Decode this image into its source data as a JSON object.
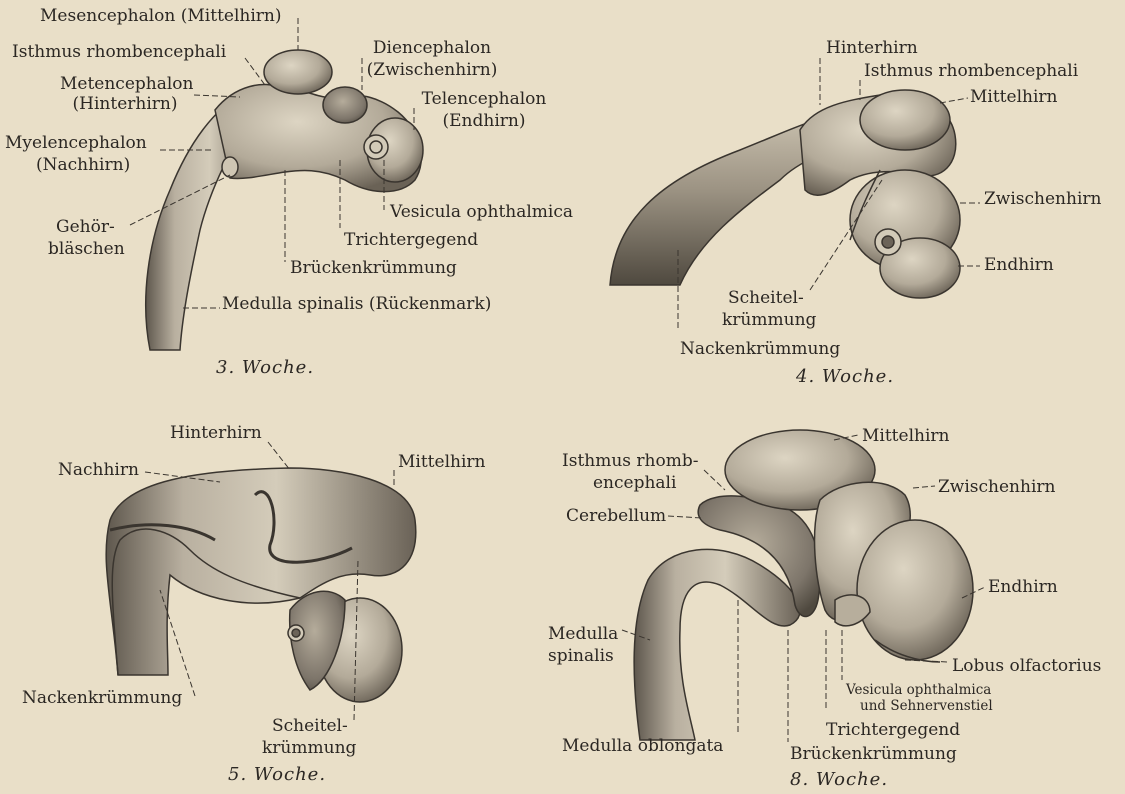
{
  "panels": [
    {
      "caption": "3. Woche.",
      "labels": {
        "mesencephalon": "Mesencephalon (Mittelhirn)",
        "isthmus": "Isthmus rhombencephali",
        "metencephalon": "Metencephalon",
        "metencephalon_de": "(Hinterhirn)",
        "myelencephalon": "Myelencephalon",
        "myelencephalon_de": "(Nachhirn)",
        "gehoer_1": "Gehör-",
        "gehoer_2": "bläschen",
        "diencephalon": "Diencephalon",
        "diencephalon_de": "(Zwischenhirn)",
        "telencephalon": "Telencephalon",
        "telencephalon_de": "(Endhirn)",
        "vesicula": "Vesicula ophthalmica",
        "trichtergegend": "Trichtergegend",
        "brueckenkruemmung": "Brückenkrümmung",
        "medulla_spinalis": "Medulla spinalis (Rückenmark)"
      }
    },
    {
      "caption": "4. Woche.",
      "labels": {
        "hinterhirn": "Hinterhirn",
        "isthmus": "Isthmus rhombencephali",
        "mittelhirn": "Mittelhirn",
        "zwischenhirn": "Zwischenhirn",
        "endhirn": "Endhirn",
        "scheitel_1": "Scheitel-",
        "scheitel_2": "krümmung",
        "nackenkruemmung": "Nackenkrümmung"
      }
    },
    {
      "caption": "5. Woche.",
      "labels": {
        "hinterhirn": "Hinterhirn",
        "nachhirn": "Nachhirn",
        "mittelhirn": "Mittelhirn",
        "nackenkruemmung": "Nackenkrümmung",
        "scheitel_1": "Scheitel-",
        "scheitel_2": "krümmung"
      }
    },
    {
      "caption": "8. Woche.",
      "labels": {
        "mittelhirn": "Mittelhirn",
        "isthmus_1": "Isthmus rhomb-",
        "isthmus_2": "encephali",
        "zwischenhirn": "Zwischenhirn",
        "cerebellum": "Cerebellum",
        "endhirn": "Endhirn",
        "medulla_spinalis_1": "Medulla",
        "medulla_spinalis_2": "spinalis",
        "lobus": "Lobus olfactorius",
        "vesicula_1": "Vesicula ophthalmica",
        "vesicula_2": "und Sehnervenstiel",
        "trichtergegend": "Trichtergegend",
        "medulla_oblongata": "Medulla oblongata",
        "brueckenkruemmung": "Brückenkrümmung"
      }
    }
  ]
}
